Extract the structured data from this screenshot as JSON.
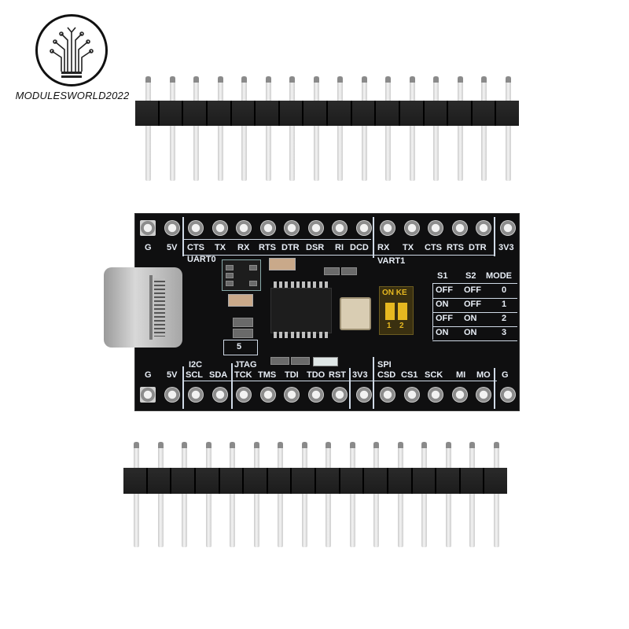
{
  "brand": {
    "logo_icon": "circuit-tree-icon",
    "name": "MODULESWORLD2022"
  },
  "top_header": {
    "pin_count": 16,
    "color": "#1c1c1c"
  },
  "bottom_header": {
    "pin_count": 16,
    "color": "#1c1c1c"
  },
  "board": {
    "color": "#0f0f10",
    "top_row": {
      "power_labels": [
        "G",
        "5V"
      ],
      "uart0": {
        "title": "UART0",
        "pins": [
          "CTS",
          "TX",
          "RX",
          "RTS",
          "DTR",
          "DSR",
          "RI",
          "DCD"
        ]
      },
      "uart1": {
        "title": "VART1",
        "pins": [
          "RX",
          "TX",
          "CTS",
          "RTS",
          "DTR"
        ]
      },
      "end_label": "3V3"
    },
    "bottom_row": {
      "power_labels": [
        "G",
        "5V"
      ],
      "i2c": {
        "title": "I2C",
        "pins": [
          "SCL",
          "SDA"
        ]
      },
      "jtag": {
        "title": "JTAG",
        "pins": [
          "TCK",
          "TMS",
          "TDI",
          "TDO",
          "RST"
        ]
      },
      "v33_label": "3V3",
      "spi": {
        "title": "SPI",
        "pins": [
          "CSD",
          "CS1",
          "SCK",
          "MI",
          "MO"
        ]
      },
      "end_label": "G"
    },
    "dip_switch": {
      "label": "ON KE",
      "numbers": [
        "1",
        "2"
      ]
    },
    "mode_table": {
      "headers": [
        "S1",
        "S2",
        "MODE"
      ],
      "rows": [
        [
          "OFF",
          "OFF",
          "0"
        ],
        [
          "ON",
          "OFF",
          "1"
        ],
        [
          "OFF",
          "ON",
          "2"
        ],
        [
          "ON",
          "ON",
          "3"
        ]
      ]
    },
    "components": {
      "usb_connector": "usb-c-connector",
      "main_ic": "ssop-20-chip",
      "regulator": "sot-23-5-regulator",
      "regulator_mark": "5",
      "crystal": "crystal-oscillator"
    }
  }
}
